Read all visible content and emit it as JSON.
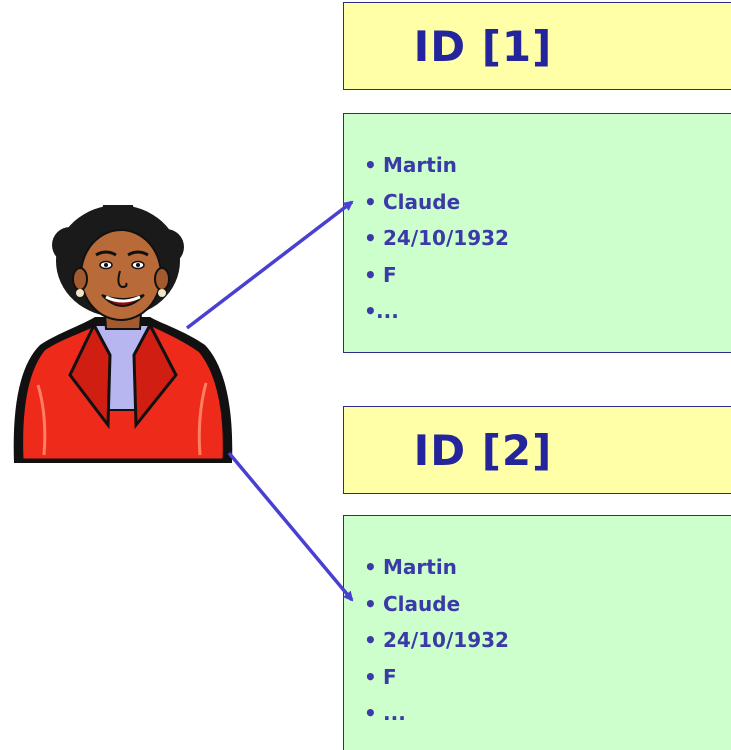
{
  "records": [
    {
      "id_label": "ID [1]",
      "items": [
        "Martin",
        "Claude",
        "24/10/1932",
        "F",
        "..."
      ]
    },
    {
      "id_label": "ID [2]",
      "items": [
        "Martin",
        "Claude",
        "24/10/1932",
        "F",
        "..."
      ]
    }
  ],
  "colors": {
    "id_fill": "#ffffa8",
    "record_fill": "#ccffcc",
    "text": "#24249c",
    "arrow": "#4a3fd0"
  },
  "icons": {
    "person": "woman-clipart-icon"
  }
}
